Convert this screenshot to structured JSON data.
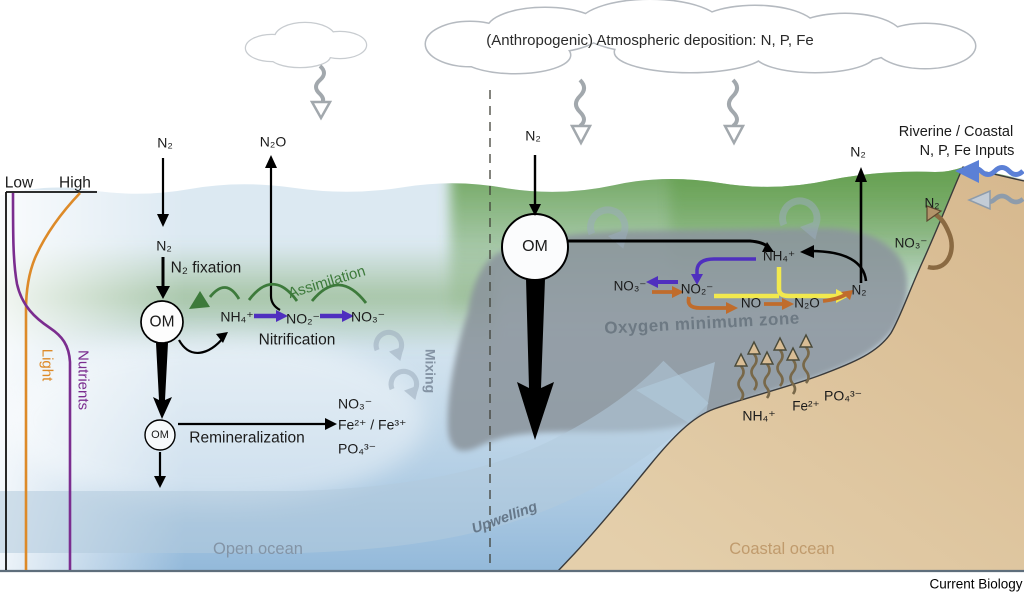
{
  "figure": {
    "credit": "Current Biology"
  },
  "atmosphere": {
    "deposition_label": "(Anthropogenic) Atmospheric deposition: N, P, Fe"
  },
  "riverine": {
    "line1": "Riverine / Coastal",
    "line2": "N, P, Fe Inputs"
  },
  "profile_axis": {
    "low": "Low",
    "high": "High",
    "light_label": "Light",
    "nutrients_label": "Nutrients"
  },
  "open_ocean": {
    "region_label": "Open ocean",
    "n2_atmosphere": "N₂",
    "n2_dissolved": "N₂",
    "n2_fixation": "N₂ fixation",
    "n2o": "N₂O",
    "om_surface": "OM",
    "nh4": "NH₄⁺",
    "no2": "NO₂⁻",
    "no3": "NO₃⁻",
    "nitrification": "Nitrification",
    "assimilation": "Assimilation",
    "om_deep": "OM",
    "remineralization": "Remineralization",
    "remin_no3": "NO₃⁻",
    "remin_fe": "Fe²⁺ / Fe³⁺",
    "remin_po4": "PO₄³⁻",
    "mixing": "Mixing"
  },
  "coastal_ocean": {
    "region_label": "Coastal ocean",
    "omz_label": "Oxygen minimum zone",
    "n2_input": "N₂",
    "om": "OM",
    "nh4": "NH₄⁺",
    "no3": "NO₃⁻",
    "no2": "NO₂⁻",
    "no": "NO",
    "n2o": "N₂O",
    "n2": "N₂",
    "n2_efflux": "N₂",
    "upwelling": "Upwelling",
    "sediment_nh4": "NH₄⁺",
    "sediment_fe": "Fe²⁺",
    "sediment_po4": "PO₄³⁻",
    "shelf_n2": "N₂",
    "shelf_no3": "NO₃⁻"
  },
  "colors": {
    "nitrification_arrow": "#4f2fbf",
    "denitrification_arrow": "#c06c2c",
    "anammox_arrow": "#f2e94e",
    "assimilation_green": "#3d7a3b",
    "light_curve": "#dd8a28",
    "nutrients_curve": "#7b2d8f",
    "omz_gray": "#8b949c",
    "sediment_tan": "#dcc09a",
    "river_arrow_blue": "#5b80d6"
  }
}
